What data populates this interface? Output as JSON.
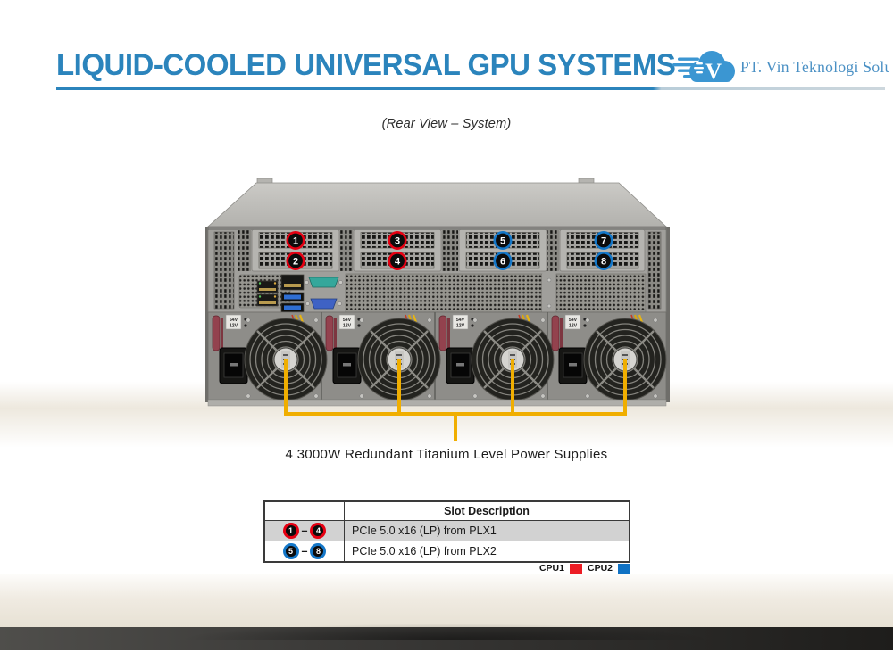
{
  "header": {
    "title": "LIQUID-COOLED UNIVERSAL GPU SYSTEMS",
    "title_color": "#2b84bc",
    "logo": {
      "letter": "V",
      "company": "PT. Vin Teknologi Solusi",
      "blue": "#3b96d2"
    }
  },
  "subtitle": "(Rear View – System)",
  "server": {
    "psu_label": {
      "line1": "54V",
      "line2": "12V"
    },
    "slots": [
      {
        "num": "1",
        "color": "#e60012"
      },
      {
        "num": "2",
        "color": "#e60012"
      },
      {
        "num": "3",
        "color": "#e60012"
      },
      {
        "num": "4",
        "color": "#e60012"
      },
      {
        "num": "5",
        "color": "#1477c8"
      },
      {
        "num": "6",
        "color": "#1477c8"
      },
      {
        "num": "7",
        "color": "#1477c8"
      },
      {
        "num": "8",
        "color": "#1477c8"
      }
    ],
    "callout": {
      "text": "4 3000W Redundant Titanium Level Power Supplies",
      "line_color": "#f0ae00"
    }
  },
  "table": {
    "header": "Slot Description",
    "rows": [
      {
        "from": "1",
        "to": "4",
        "dash": "–",
        "desc": "PCIe 5.0 x16 (LP) from PLX1",
        "color": "#e60012"
      },
      {
        "from": "5",
        "to": "8",
        "dash": "–",
        "desc": "PCIe 5.0 x16 (LP) from PLX2",
        "color": "#1477c8"
      }
    ]
  },
  "legend": [
    {
      "label": "CPU1",
      "color": "#ec1c24"
    },
    {
      "label": "CPU2",
      "color": "#1072c4"
    }
  ]
}
